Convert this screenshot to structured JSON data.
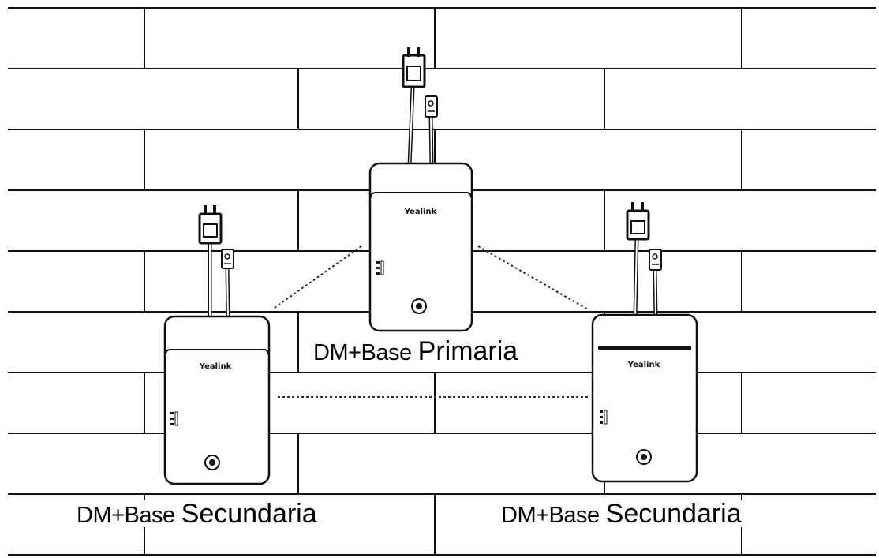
{
  "diagram": {
    "stations": [
      {
        "id": "primary",
        "label_part1": "DM+Base",
        "label_part2": "Primaria",
        "brand": "Yealink"
      },
      {
        "id": "secondary-left",
        "label_part1": "DM+Base",
        "label_part2": "Secundaria",
        "brand": "Yealink"
      },
      {
        "id": "secondary-right",
        "label_part1": "DM+Base",
        "label_part2": "Secundaria",
        "brand": "Yealink"
      }
    ]
  }
}
